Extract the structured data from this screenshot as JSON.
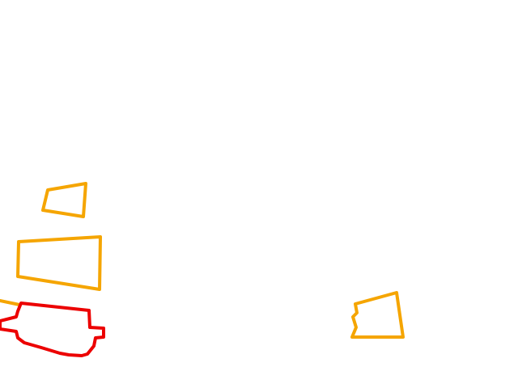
{
  "scene": {
    "background_color": "#ffffff",
    "shapes": [
      {
        "id": "shape-1",
        "kind": "quadrilateral",
        "color": "#f5a500"
      },
      {
        "id": "shape-2",
        "kind": "quadrilateral",
        "color": "#f5a500"
      },
      {
        "id": "shape-3",
        "kind": "partial-outline",
        "color": "#f5a500"
      },
      {
        "id": "shape-4",
        "kind": "irregular-polygon",
        "color": "#ec0000"
      },
      {
        "id": "shape-5",
        "kind": "quadrilateral",
        "color": "#f5a500"
      }
    ]
  }
}
